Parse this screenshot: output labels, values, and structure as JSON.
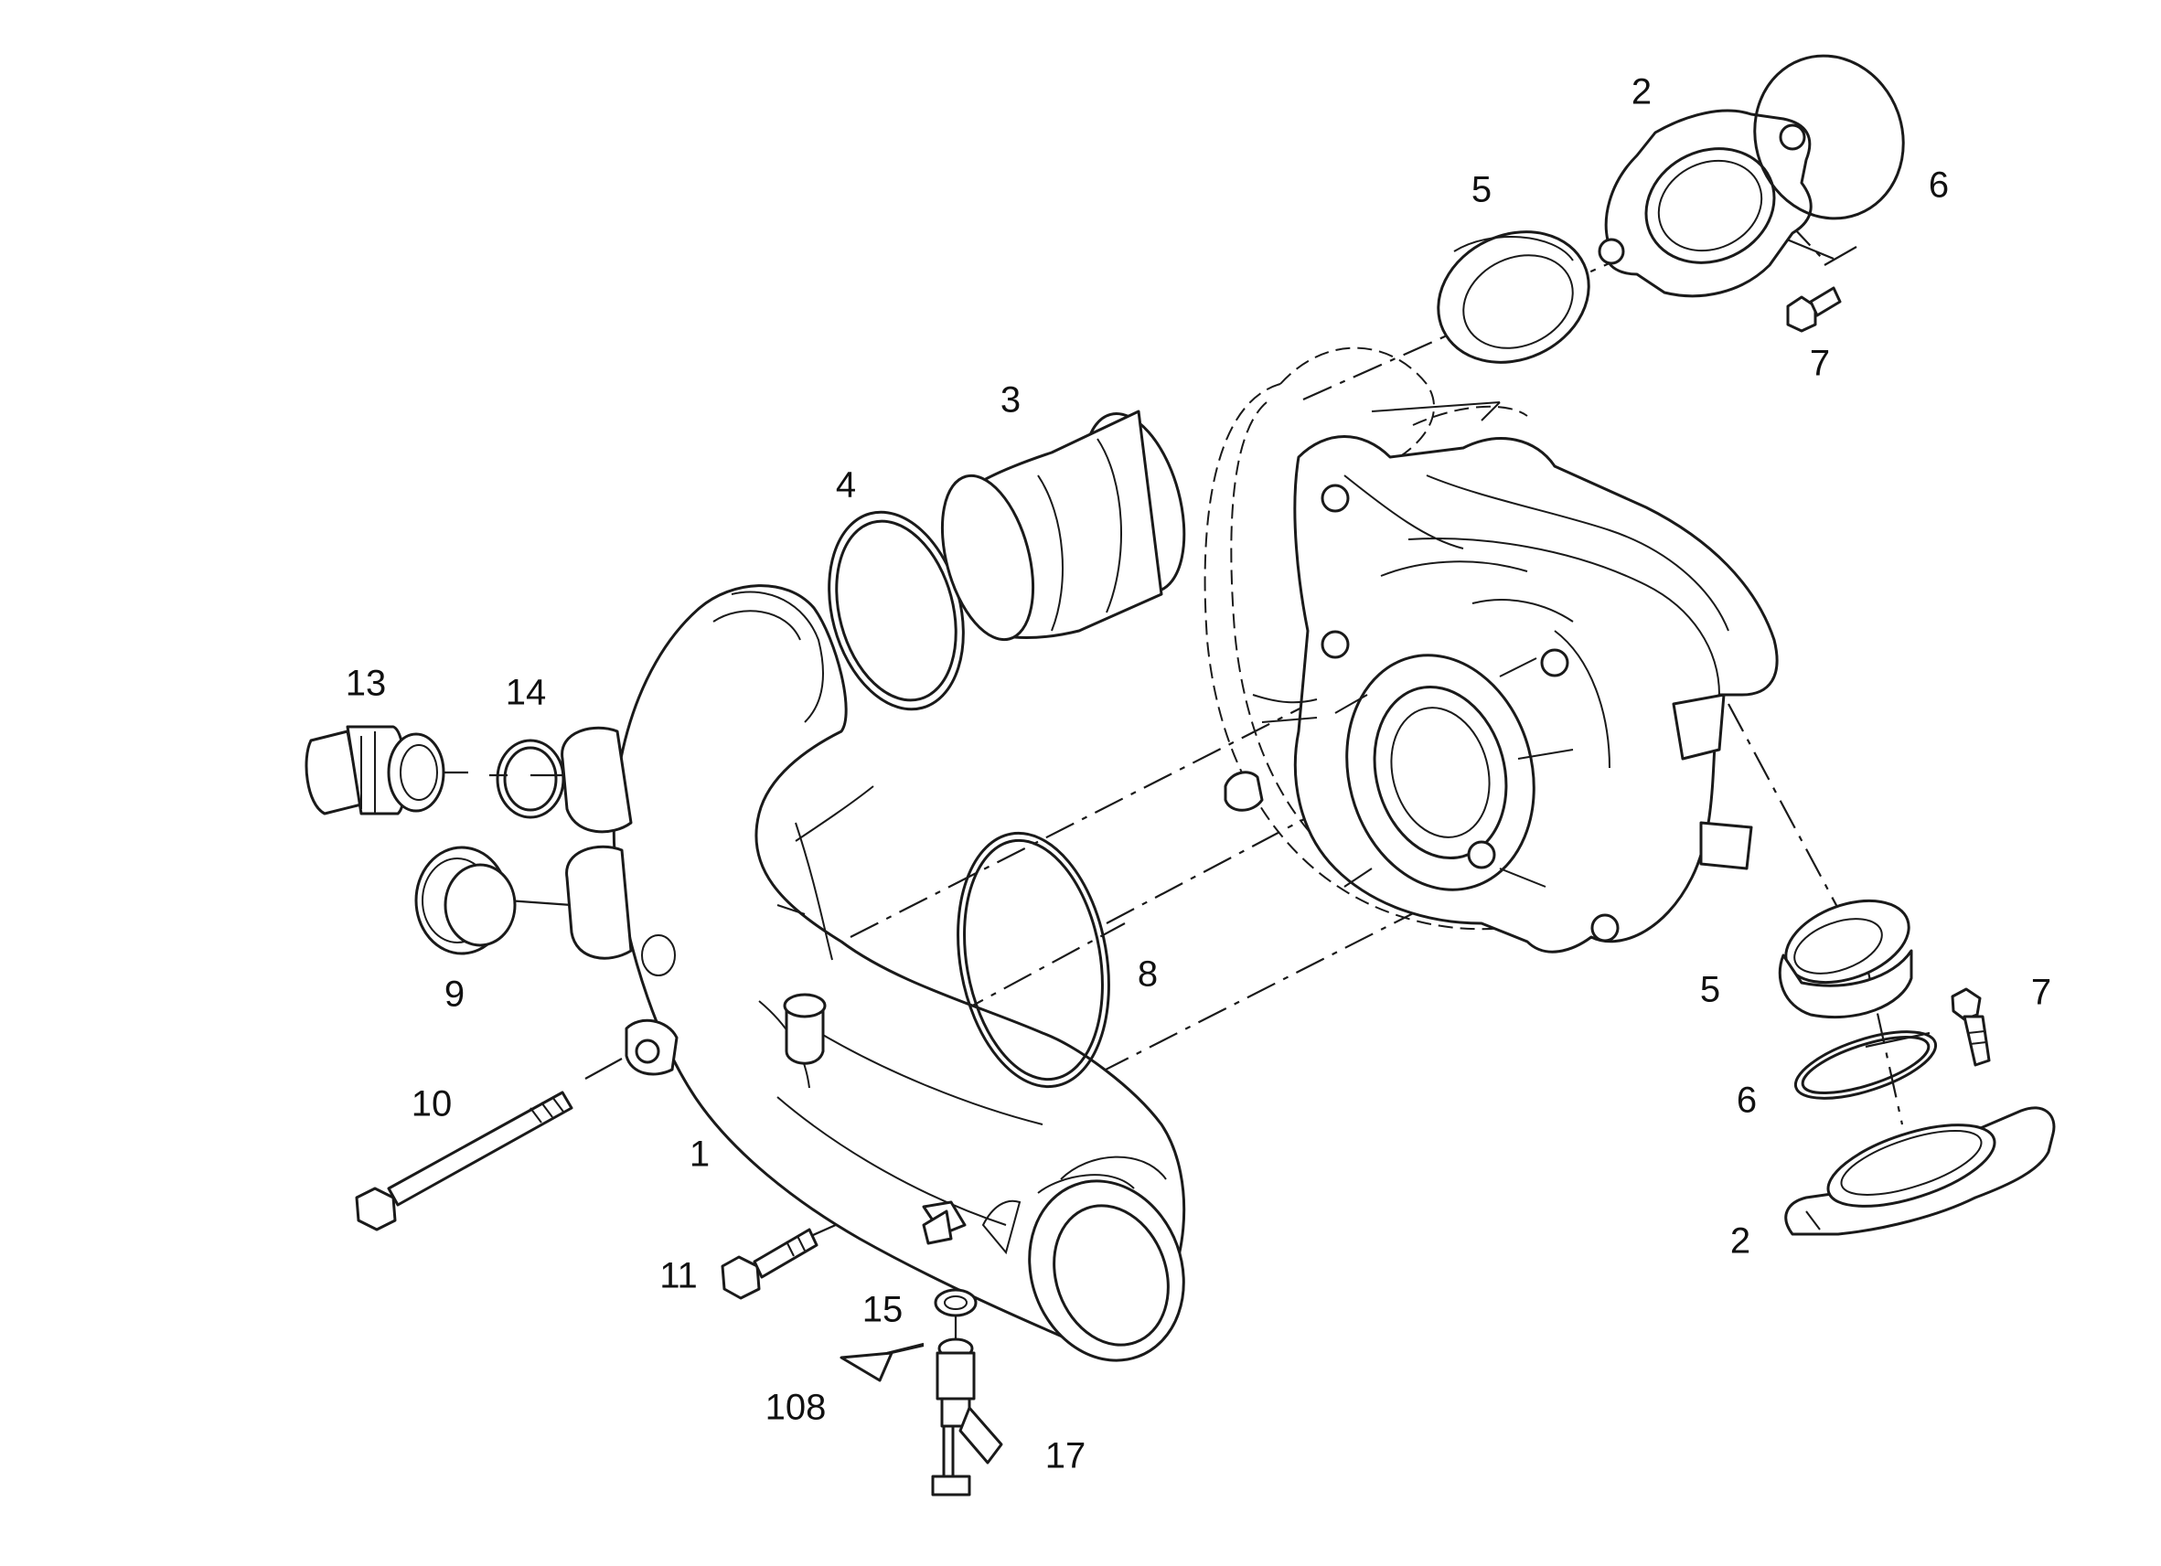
{
  "diagram": {
    "callouts": [
      {
        "id": "c2-top",
        "text": "2"
      },
      {
        "id": "c6-top",
        "text": "6"
      },
      {
        "id": "c5-top",
        "text": "5"
      },
      {
        "id": "c7-top",
        "text": "7"
      },
      {
        "id": "c3",
        "text": "3"
      },
      {
        "id": "c4",
        "text": "4"
      },
      {
        "id": "c13",
        "text": "13"
      },
      {
        "id": "c14",
        "text": "14"
      },
      {
        "id": "c9",
        "text": "9"
      },
      {
        "id": "c8",
        "text": "8"
      },
      {
        "id": "c5-bottom",
        "text": "5"
      },
      {
        "id": "c7-bottom",
        "text": "7"
      },
      {
        "id": "c6-bottom",
        "text": "6"
      },
      {
        "id": "c2-bottom",
        "text": "2"
      },
      {
        "id": "c10",
        "text": "10"
      },
      {
        "id": "c1",
        "text": "1"
      },
      {
        "id": "c11",
        "text": "11"
      },
      {
        "id": "c15",
        "text": "15"
      },
      {
        "id": "c108",
        "text": "108"
      },
      {
        "id": "c17",
        "text": "17"
      }
    ]
  }
}
